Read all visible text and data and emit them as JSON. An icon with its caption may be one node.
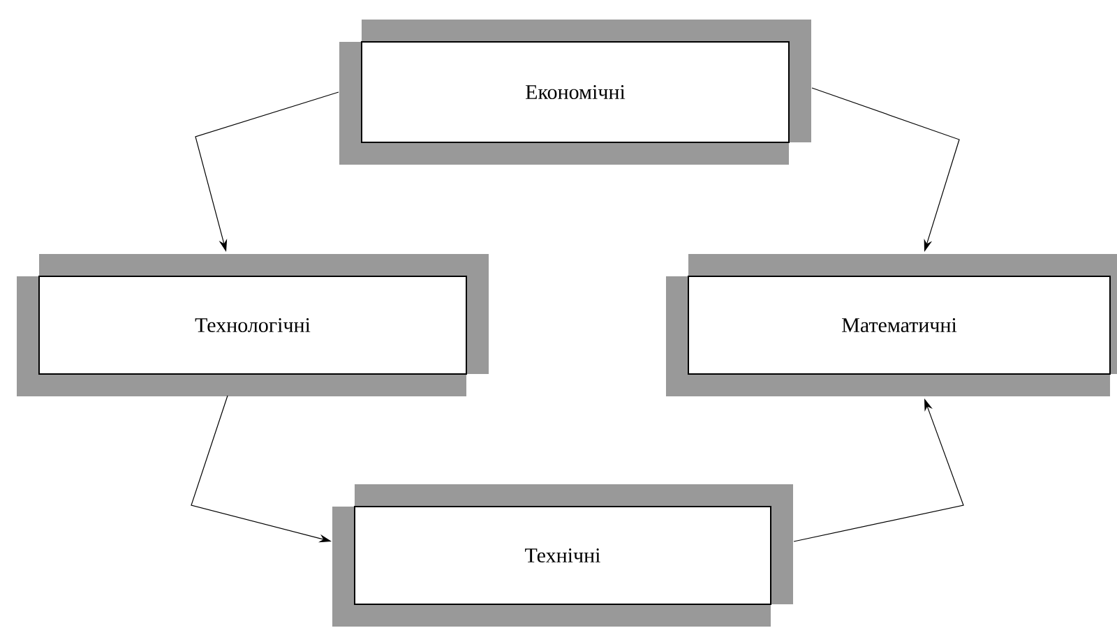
{
  "diagram": {
    "nodes": [
      {
        "text": [
          "Економічні"
        ]
      },
      {
        "text": [
          "Технологічні"
        ]
      },
      {
        "text": [
          "Математичні"
        ]
      },
      {
        "text": [
          "Технічні"
        ]
      }
    ],
    "edges": [
      {
        "from": 0,
        "to": 1,
        "arrow": "to"
      },
      {
        "from": 0,
        "to": 2,
        "arrow": "to"
      },
      {
        "from": 1,
        "to": 3,
        "arrow": "to"
      },
      {
        "from": 3,
        "to": 2,
        "arrow": "to"
      }
    ]
  }
}
